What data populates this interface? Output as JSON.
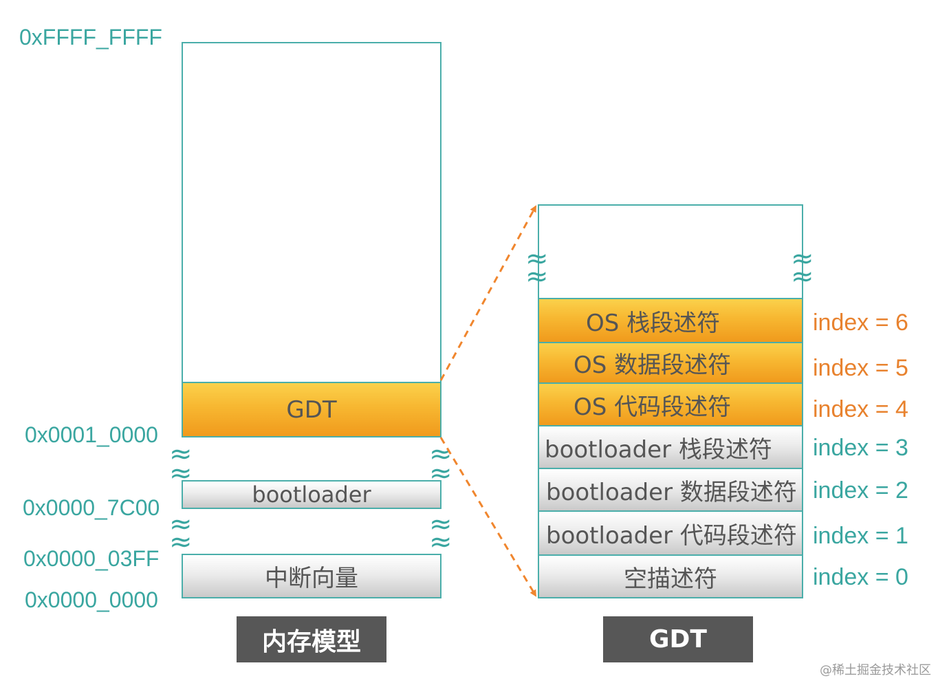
{
  "memory_model": {
    "addresses": {
      "top": "0xFFFF_FFFF",
      "gdt_base": "0x0001_0000",
      "bootloader_base": "0x0000_7C00",
      "ivt_top": "0x0000_03FF",
      "bottom": "0x0000_0000"
    },
    "regions": {
      "gdt": "GDT",
      "bootloader": "bootloader",
      "ivt": "中断向量"
    },
    "caption": "内存模型"
  },
  "gdt_table": {
    "entries": [
      {
        "label": "OS 栈段述符",
        "index": "index = 6"
      },
      {
        "label": "OS 数据段述符",
        "index": "index = 5"
      },
      {
        "label": "OS 代码段述符",
        "index": "index = 4"
      },
      {
        "label": "bootloader 栈段述符",
        "index": "index = 3"
      },
      {
        "label": "bootloader 数据段述符",
        "index": "index = 2"
      },
      {
        "label": "bootloader 代码段述符",
        "index": "index = 1"
      },
      {
        "label": "空描述符",
        "index": "index = 0"
      }
    ],
    "caption": "GDT"
  },
  "watermark": "@稀土掘金技术社区",
  "colors": {
    "teal": "#3aa6a0",
    "orange": "#e8822e",
    "gold": "#f7b731",
    "caption_bg": "#575757"
  }
}
